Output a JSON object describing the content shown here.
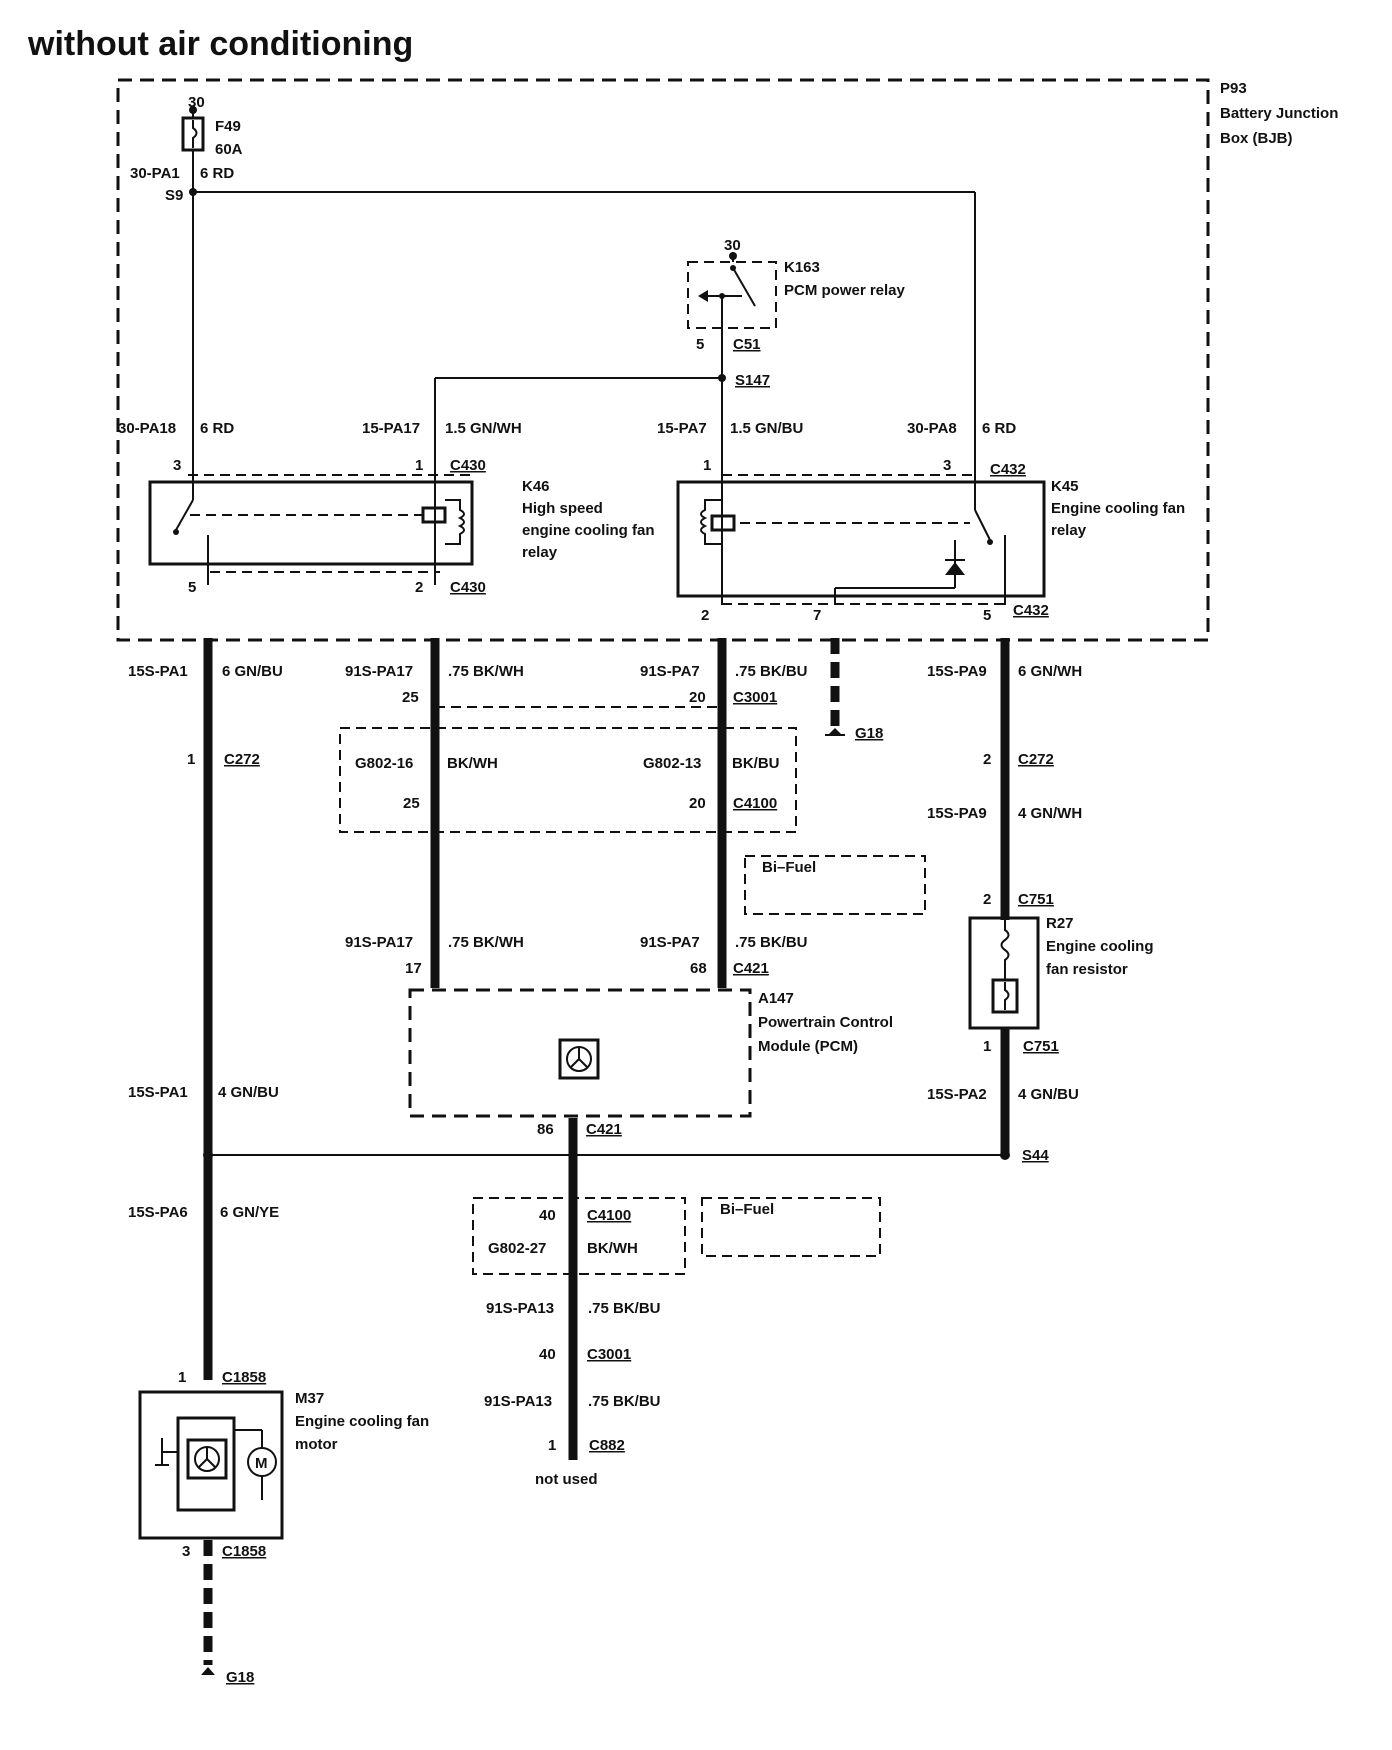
{
  "title": "without air conditioning",
  "bjb": {
    "ref": "P93",
    "name_line1": "Battery Junction",
    "name_line2": "Box (BJB)"
  },
  "fuse": {
    "ref": "F49",
    "rating": "60A",
    "pin": "30"
  },
  "wires": {
    "w30pa1": "30-PA1",
    "w30pa1_spec": "6 RD",
    "w30pa18": "30-PA18",
    "w30pa18_spec": "6 RD",
    "w15pa17": "15-PA17",
    "w15pa17_spec": "1.5 GN/WH",
    "w15pa7": "15-PA7",
    "w15pa7_spec": "1.5 GN/BU",
    "w30pa8": "30-PA8",
    "w30pa8_spec": "6 RD",
    "w15spa1": "15S-PA1",
    "w15spa1_spec": "6 GN/BU",
    "w91spa17": "91S-PA17",
    "w91spa17_spec": ".75 BK/WH",
    "w91spa7": "91S-PA7",
    "w91spa7_spec": ".75 BK/BU",
    "w15spa9": "15S-PA9",
    "w15spa9_spec": "6 GN/WH",
    "w15spa9b_spec": "4 GN/WH",
    "w15spa1b_spec": "4 GN/BU",
    "w15spa2": "15S-PA2",
    "w15spa2_spec": "4 GN/BU",
    "w15spa6": "15S-PA6",
    "w15spa6_spec": "6 GN/YE",
    "w91spa13": "91S-PA13",
    "w91spa13_spec": ".75 BK/BU"
  },
  "splices": {
    "s9": "S9",
    "s147": "S147",
    "s44": "S44"
  },
  "k163": {
    "ref": "K163",
    "name": "PCM power relay",
    "pin_top": "30",
    "pin_bottom": "5",
    "connector": "C51"
  },
  "k46": {
    "ref": "K46",
    "name1": "High speed",
    "name2": "engine cooling fan",
    "name3": "relay",
    "pin3": "3",
    "pin1": "1",
    "pin5": "5",
    "pin2": "2",
    "connector": "C430"
  },
  "k45": {
    "ref": "K45",
    "name1": "Engine cooling fan",
    "name2": "relay",
    "pin1": "1",
    "pin3": "3",
    "pin2": "2",
    "pin7": "7",
    "pin5": "5",
    "connector": "C432"
  },
  "connectors": {
    "c3001": "C3001",
    "c3001_p25": "25",
    "c3001_p20": "20",
    "c3001_p40": "40",
    "c4100": "C4100",
    "c4100_p25": "25",
    "c4100_p20": "20",
    "c4100_p40": "40",
    "g802_16": "G802-16",
    "g802_16_col": "BK/WH",
    "g802_13": "G802-13",
    "g802_13_col": "BK/BU",
    "g802_27": "G802-27",
    "g802_27_col": "BK/WH",
    "c421": "C421",
    "c421_p17": "17",
    "c421_p68": "68",
    "c421_p86": "86",
    "c272": "C272",
    "c272_p1": "1",
    "c272_p2": "2",
    "c751": "C751",
    "c751_p2": "2",
    "c751_p1": "1",
    "c1858": "C1858",
    "c1858_p1": "1",
    "c1858_p3": "3",
    "c882": "C882",
    "c882_p1": "1",
    "not_used": "not used"
  },
  "grounds": {
    "g18a": "G18",
    "g18b": "G18"
  },
  "bifuel": {
    "label1": "Bi–Fuel",
    "label2": "Bi–Fuel"
  },
  "pcm": {
    "ref": "A147",
    "name1": "Powertrain Control",
    "name2": "Module (PCM)"
  },
  "resistor": {
    "ref": "R27",
    "name1": "Engine cooling",
    "name2": "fan resistor"
  },
  "motor": {
    "ref": "M37",
    "name1": "Engine cooling fan",
    "name2": "motor"
  }
}
